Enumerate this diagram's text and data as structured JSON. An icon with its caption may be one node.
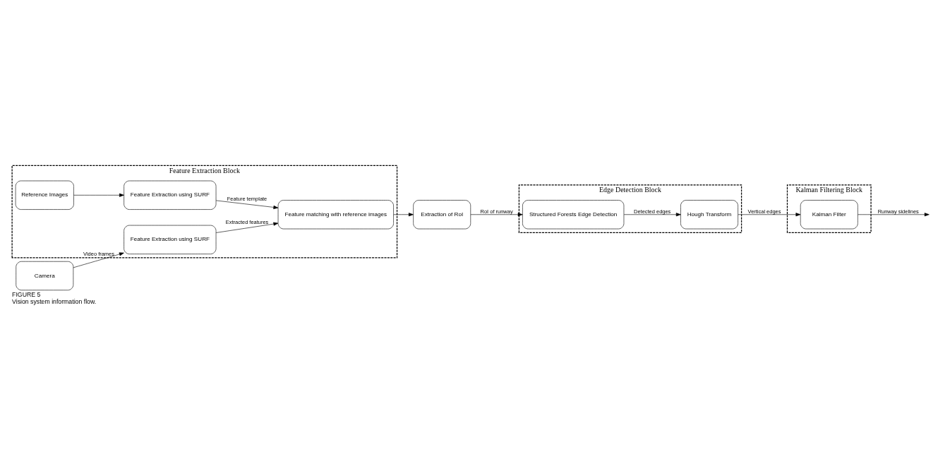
{
  "diagram": {
    "caption": "Vision system information flow.",
    "nodes": [
      {
        "text": [
          "Feature Extraction Block"
        ]
      },
      {
        "text": [
          "Reference Images"
        ],
        "in": 0
      },
      {
        "text": [
          "Feature Extraction using SURF"
        ],
        "in": 0
      },
      {
        "text": [
          "Camera"
        ]
      },
      {
        "text": [
          "Feature Extraction using SURF"
        ],
        "in": 0
      },
      {
        "text": [
          "Feature matching with reference images"
        ],
        "in": 0
      },
      {
        "text": [
          "Extraction of RoI"
        ]
      },
      {
        "text": [
          "Kalman Filtering Block"
        ]
      },
      {
        "text": [
          "Kalman Filter"
        ],
        "in": 7
      },
      {
        "text": [
          "Edge Detection Block"
        ]
      },
      {
        "text": [
          "Hough Transform"
        ],
        "in": 9
      },
      {
        "text": [
          "Structured Forests Edge Detection"
        ],
        "in": 9
      }
    ],
    "edges": [
      {
        "from": 3,
        "to": 2,
        "arrow": "to",
        "label": "Video frames"
      },
      {
        "from": 1,
        "to": 4,
        "arrow": "to"
      },
      {
        "from": 2,
        "to": 5,
        "arrow": "to",
        "label": "Extracted features"
      },
      {
        "from": 4,
        "to": 5,
        "arrow": "to",
        "label": "Feature template"
      },
      {
        "from": 5,
        "to": 6,
        "arrow": "to"
      },
      {
        "from": 6,
        "to": 11,
        "arrow": "to",
        "label": "RoI of runway"
      },
      {
        "from": 11,
        "to": 10,
        "arrow": "to",
        "label": "Detected edges"
      },
      {
        "from": 10,
        "to": 8,
        "arrow": "to",
        "label": "Vertical edges"
      },
      {
        "from": 8,
        "to": null,
        "arrow": "to",
        "label": "Runway sidelines"
      }
    ],
    "labels": [
      "FIGURE 5"
    ]
  }
}
